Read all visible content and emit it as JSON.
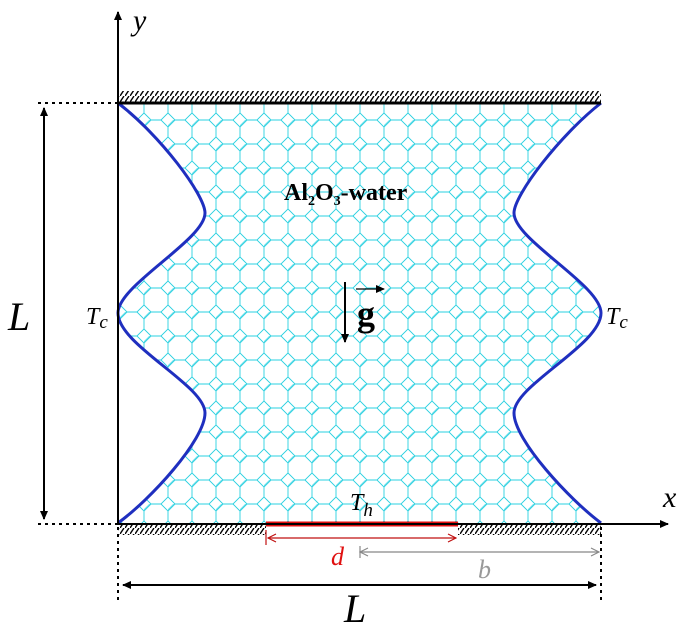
{
  "labels": {
    "axis_y": "y",
    "axis_x": "x",
    "height": "L",
    "width": "L",
    "cold_left": "T",
    "cold_left_sub": "c",
    "cold_right": "T",
    "cold_right_sub": "c",
    "hot": "T",
    "hot_sub": "h",
    "gravity": "g",
    "fluid_part1": "Al",
    "fluid_sub1": "2",
    "fluid_part2": "O",
    "fluid_sub2": "3",
    "fluid_part3": "-water",
    "heater_length": "d",
    "offset_length": "b"
  },
  "colors": {
    "wall": "#1f2fbf",
    "mesh": "#2ad0e0",
    "heater": "#e01010",
    "d_label": "#e01010",
    "b_label": "#999999",
    "axis": "#000000"
  }
}
